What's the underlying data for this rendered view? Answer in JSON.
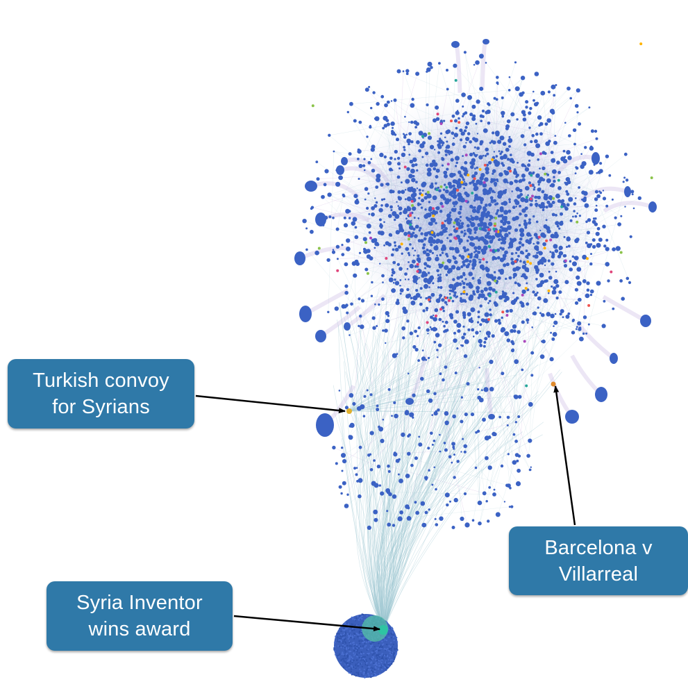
{
  "diagram": {
    "type": "network-graph",
    "node_color": "#3b62c4",
    "edge_color": "#9cc6d0",
    "cluster_highlight_colors": [
      "#e0457b",
      "#8bc34a",
      "#ffb300",
      "#ab47bc",
      "#26a69a",
      "#ef5350"
    ],
    "callouts": [
      {
        "id": "turkish-convoy",
        "lines": [
          "Turkish convoy",
          "for Syrians"
        ],
        "target_node_color": "#e0b02c"
      },
      {
        "id": "barcelona-villarreal",
        "lines": [
          "Barcelona v",
          "Villarreal"
        ],
        "target_node_color": "#e08a2c"
      },
      {
        "id": "syria-inventor",
        "lines": [
          "Syria Inventor",
          "wins award"
        ],
        "target_node_color": "#2ec4a2"
      }
    ],
    "callout_color": "#2f79a8",
    "arrow_color": "#000000"
  }
}
